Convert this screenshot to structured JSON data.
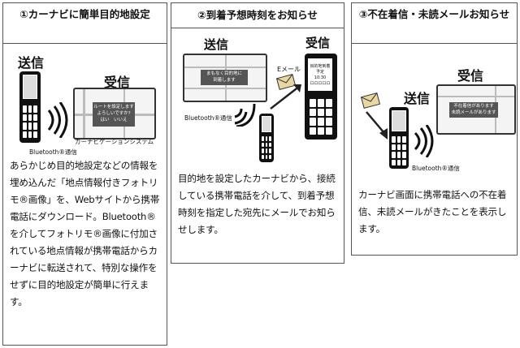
{
  "panels": [
    {
      "heading": "①カーナビに簡単目的地設定",
      "send_label": "送信",
      "receive_label": "受信",
      "bluetooth_label": "Bluetooth®通信",
      "carnav_system_label": "カーナビゲーションシステム",
      "nav_popup_lines": [
        "ルートを設定します",
        "よろしいですか?",
        "はい　いいえ"
      ],
      "body": "あらかじめ目的地設定などの情報を埋め込んだ「地点情報付きフォトリモ®画像」を、Webサイトから携帯電話にダウンロード。Bluetooth®を介してフォトリモ®画像に付加されている地点情報が携帯電話からカーナビに転送されて、特別な操作をせずに目的地設定が簡単に行えます。"
    },
    {
      "heading": "②到着予想時刻をお知らせ",
      "send_label": "送信",
      "receive_label": "受信",
      "email_label": "Eメール",
      "bluetooth_label": "Bluetooth®通信",
      "nav_popup_lines": [
        "まもなく目的地に",
        "到着します"
      ],
      "phone_screen_lines": [
        "目的地到着予定",
        "10:30",
        "ロロロロロ"
      ],
      "body": "目的地を設定したカーナビから、接続している携帯電話を介して、到着予想時刻を指定した宛先にメールでお知らせします。"
    },
    {
      "heading": "③不在着信・未読メールお知らせ",
      "send_label": "送信",
      "receive_label": "受信",
      "bluetooth_label": "Bluetooth®通信",
      "nav_popup_lines": [
        "不在着信があります",
        "未読メールがあります"
      ],
      "body": "カーナビ画面に携帯電話への不在着信、未読メールがきたことを表示します。"
    }
  ]
}
